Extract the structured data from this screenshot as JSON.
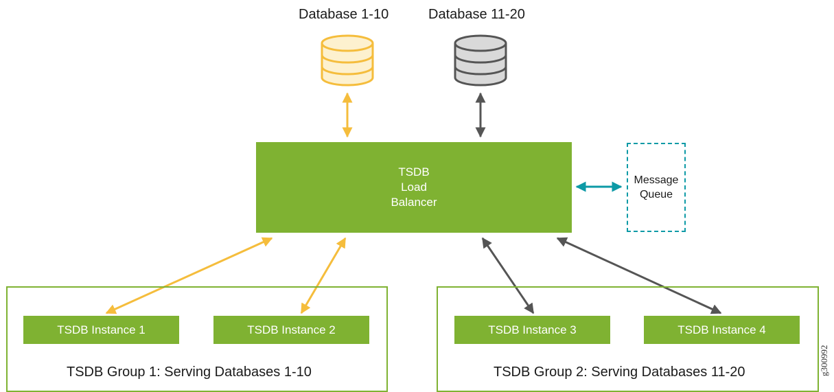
{
  "databases": [
    {
      "label": "Database 1-10",
      "color": "#f5bd3c",
      "fill": "#fdf1cf"
    },
    {
      "label": "Database 11-20",
      "color": "#555555",
      "fill": "#d9d9d9"
    }
  ],
  "load_balancer": {
    "line1": "TSDB",
    "line2": "Load",
    "line3": "Balancer",
    "color": "#7fb232"
  },
  "message_queue": {
    "line1": "Message",
    "line2": "Queue",
    "border_color": "#0d9aa6"
  },
  "groups": [
    {
      "label": "TSDB Group 1: Serving Databases 1-10"
    },
    {
      "label": "TSDB Group 2: Serving Databases 11-20"
    }
  ],
  "instances": [
    {
      "label": "TSDB Instance 1"
    },
    {
      "label": "TSDB Instance 2"
    },
    {
      "label": "TSDB Instance 3"
    },
    {
      "label": "TSDB Instance 4"
    }
  ],
  "figure_id": "g300992",
  "colors": {
    "yellow_arrow": "#f5bd3c",
    "gray_arrow": "#555555",
    "teal_arrow": "#0d9aa6"
  }
}
